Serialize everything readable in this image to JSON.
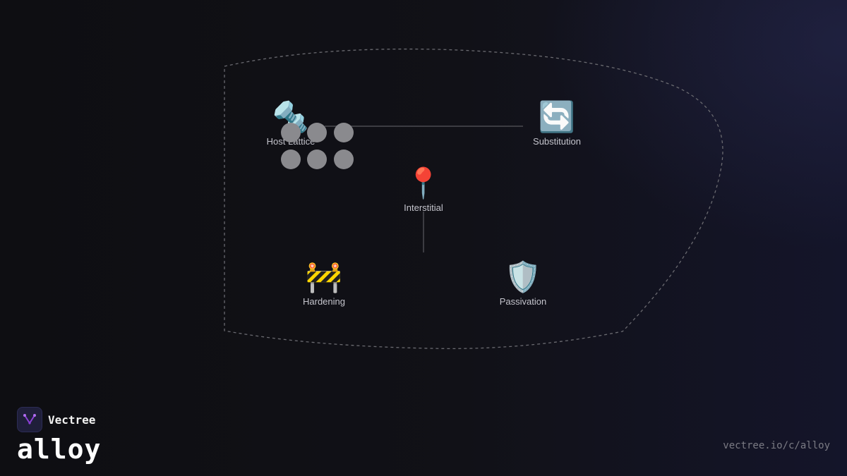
{
  "diagram": {
    "nodes": [
      {
        "id": "host-lattice",
        "label": "Host Lattice",
        "icon": "bolt-nut-icon",
        "glyph": "🔩"
      },
      {
        "id": "substitution",
        "label": "Substitution",
        "icon": "refresh-arrows-icon",
        "glyph": "🔄"
      },
      {
        "id": "interstitial",
        "label": "Interstitial",
        "icon": "pin-icon",
        "glyph": "📍"
      },
      {
        "id": "hardening",
        "label": "Hardening",
        "icon": "barrier-icon",
        "glyph": "🚧"
      },
      {
        "id": "passivation",
        "label": "Passivation",
        "icon": "shield-icon",
        "glyph": "🛡️"
      }
    ],
    "edges": [
      {
        "from": "host-lattice",
        "to": "substitution"
      },
      {
        "from": "interstitial",
        "to": "hardening-passivation-join"
      }
    ],
    "lattice_dots": 6
  },
  "brand": {
    "name": "Vectree",
    "product": "alloy",
    "logo_icon": "vectree-logo-icon",
    "logo_color": "#8b3fd6"
  },
  "footer": {
    "url": "vectree.io/c/alloy"
  },
  "colors": {
    "background": "#0f0f13",
    "outline": "#6a6a70",
    "edge": "#4a4a50",
    "dot": "#8a8a8e"
  }
}
